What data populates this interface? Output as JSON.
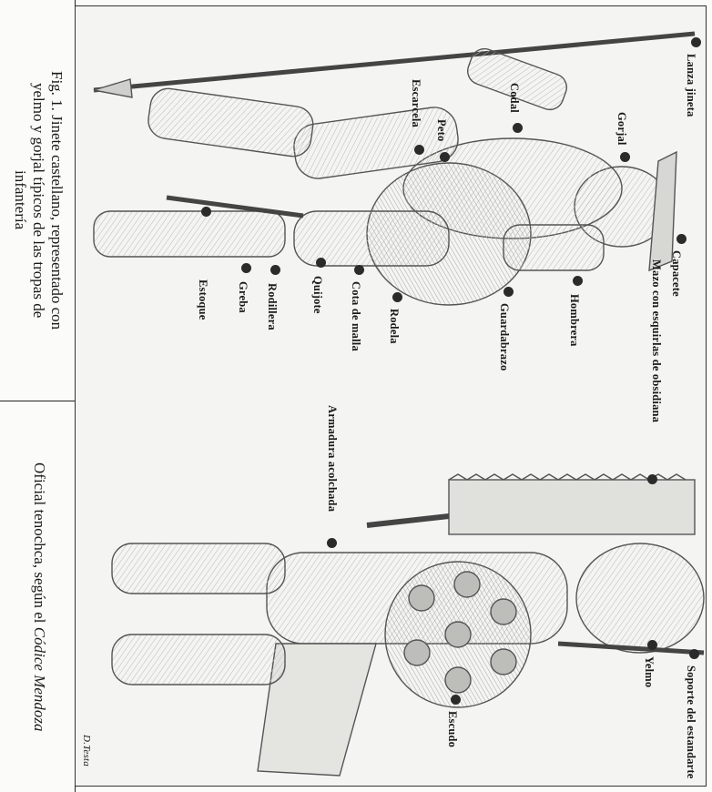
{
  "caption_left": {
    "fig1": "Fig. 1. Jinete castellano, representado con\nyelmo y gorjal típicos de las tropas de\ninfantería",
    "fig2_prefix": "Oficial tenochca, según el ",
    "fig2_italic": "Códice Mendoza"
  },
  "labels_spanish": {
    "lanza": "Lanza jineta",
    "gorjal": "Gorjal",
    "codal": "Codal",
    "peto": "Peto",
    "escarcela": "Escarcela",
    "capacete": "Capacete",
    "hombrera": "Hombrera",
    "guardabrazo": "Guardabrazo",
    "rodela": "Rodela",
    "cota": "Cota de malla",
    "quijote": "Quijote",
    "rodillera": "Rodillera",
    "greba": "Greba",
    "estoque": "Estoque"
  },
  "labels_aztec": {
    "mazo": "Mazo con esquirlas de obsidiana",
    "armadura": "Armadura acolchada",
    "soporte": "Soporte del estandarte",
    "yelmo": "Yelmo",
    "escudo": "Escudo"
  },
  "signature": "D.Testa"
}
